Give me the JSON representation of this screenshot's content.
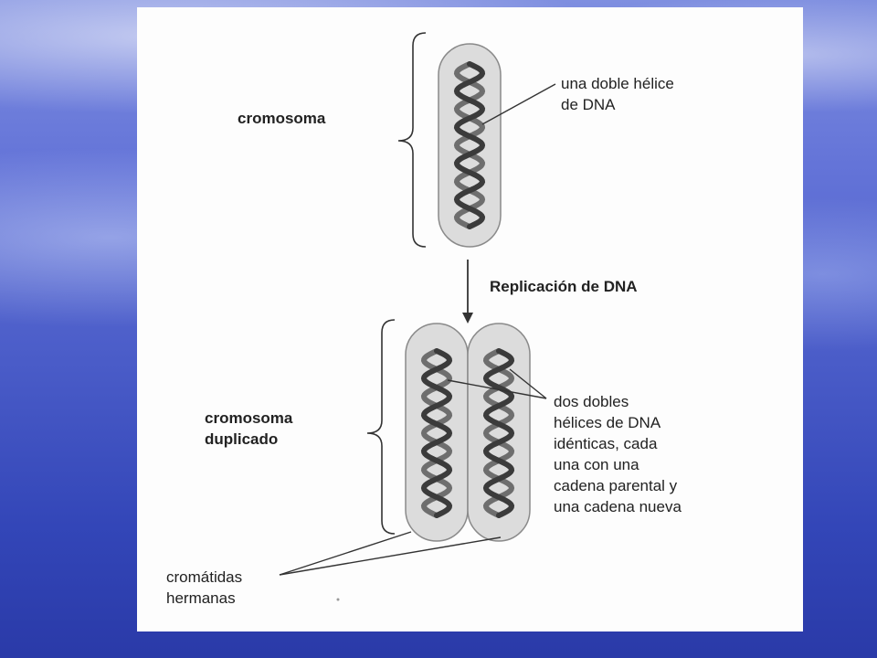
{
  "labels": {
    "chromosome": "cromosoma",
    "single_helix": "una doble hélice\nde DNA",
    "replication": "Replicación de DNA",
    "duplicated_chromosome": "cromosoma\nduplicado",
    "two_helices": "dos dobles\nhélices de DNA\nidénticas, cada\nuna con una\ncadena parental y\nuna cadena nueva",
    "sister_chromatids": "cromátidas\nhermanas"
  },
  "colors": {
    "chromosome_fill": "#dcdcdc",
    "helix_dark": "#3b3b3b",
    "helix_mid": "#6e6e6e",
    "line": "#333333"
  }
}
